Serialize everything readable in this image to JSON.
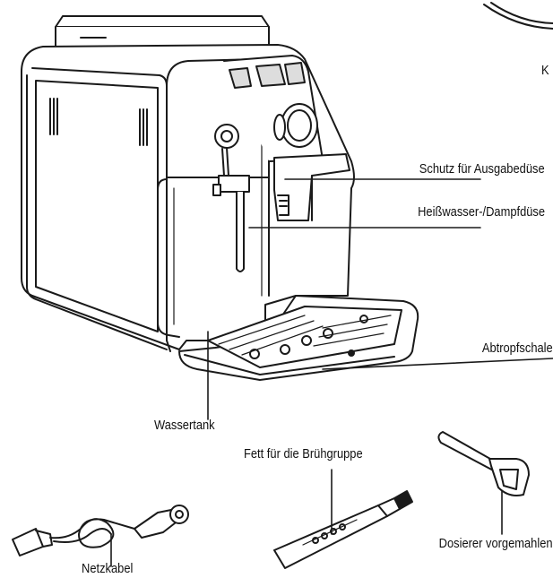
{
  "labels": {
    "nozzle_guard": "Schutz für Ausgabedüse",
    "steam_nozzle": "Heißwasser-/Dampfdüse",
    "drip_tray": "Abtropfschale",
    "water_tank": "Wassertank",
    "grease": "Fett für die Brühgruppe",
    "power_cord": "Netzkabel",
    "measuring_scoop": "Dosierer vorgemahlen",
    "cut_off_letter": "K"
  },
  "colors": {
    "line": "#1a1a1a",
    "body_fill": "#ffffff",
    "dark_panel": "#2a2a2a"
  }
}
